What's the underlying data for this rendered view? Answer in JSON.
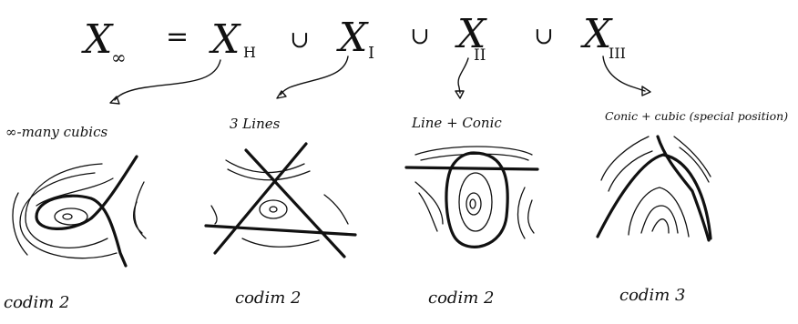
{
  "equation": {
    "lhs": "X",
    "lhs_sub": "∞",
    "equals": "=",
    "union": "∪",
    "terms": [
      {
        "symbol": "X",
        "sub": "H"
      },
      {
        "symbol": "X",
        "sub": "I"
      },
      {
        "symbol": "X",
        "sub": "II"
      },
      {
        "symbol": "X",
        "sub": "III"
      }
    ]
  },
  "panels": [
    {
      "label": "∞-many cubics",
      "codim": "codim 2"
    },
    {
      "label": "3 Lines",
      "codim": "codim 2"
    },
    {
      "label": "Line + Conic",
      "codim": "codim 2"
    },
    {
      "label": "Conic + cubic (special position)",
      "codim": "codim 3"
    }
  ]
}
